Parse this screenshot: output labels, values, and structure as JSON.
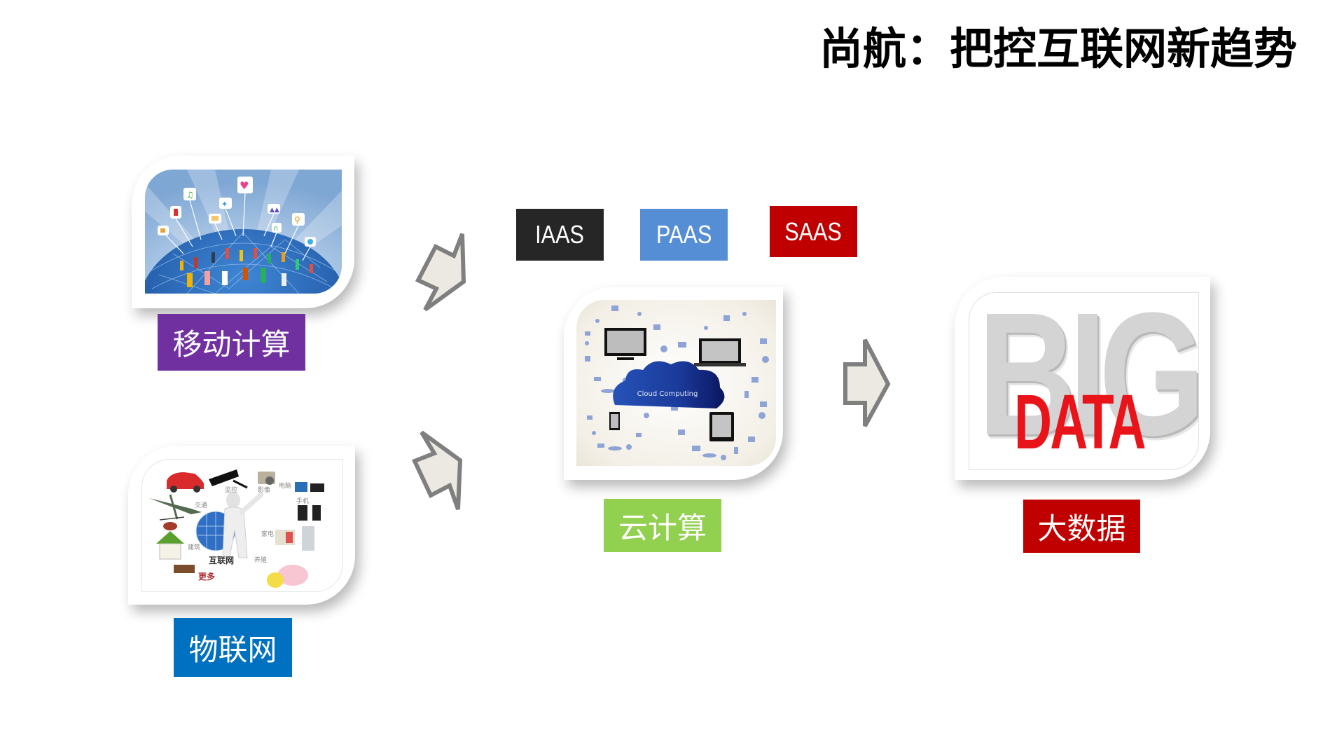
{
  "slide": {
    "title": "尚航：把控互联网新趋势",
    "background": "#ffffff"
  },
  "nodes": {
    "mobile": {
      "label": "移动计算",
      "label_color": "#7030a0",
      "image": "social-network-globe"
    },
    "iot": {
      "label": "物联网",
      "label_color": "#0070c0",
      "image": "internet-of-things-devices",
      "image_labels": {
        "center": "互联网",
        "more": "更多",
        "traffic": "交通",
        "monitor": "监控",
        "camera": "影像",
        "computer": "电脑",
        "phone": "手机",
        "appliance": "家电",
        "building": "建筑",
        "farming": "养殖"
      }
    },
    "cloud": {
      "label": "云计算",
      "label_color": "#92d050",
      "image": "cloud-computing-devices",
      "cloud_text": "Cloud Computing",
      "service_tags": [
        {
          "label": "IAAS",
          "color": "#262626"
        },
        {
          "label": "PAAS",
          "color": "#558ed5"
        },
        {
          "label": "SAAS",
          "color": "#c00000"
        }
      ]
    },
    "bigdata": {
      "label": "大数据",
      "label_color": "#c00000",
      "image": "big-data-3d-text",
      "big_text": "BIG",
      "data_text": "DATA"
    }
  },
  "arrows": [
    {
      "from": "mobile",
      "to": "cloud",
      "icon": "arrow-right-icon"
    },
    {
      "from": "iot",
      "to": "cloud",
      "icon": "arrow-right-icon"
    },
    {
      "from": "cloud",
      "to": "bigdata",
      "icon": "arrow-right-icon"
    }
  ],
  "colors": {
    "arrow_fill": "#ebe9e1",
    "arrow_stroke": "#7f7f7f"
  }
}
